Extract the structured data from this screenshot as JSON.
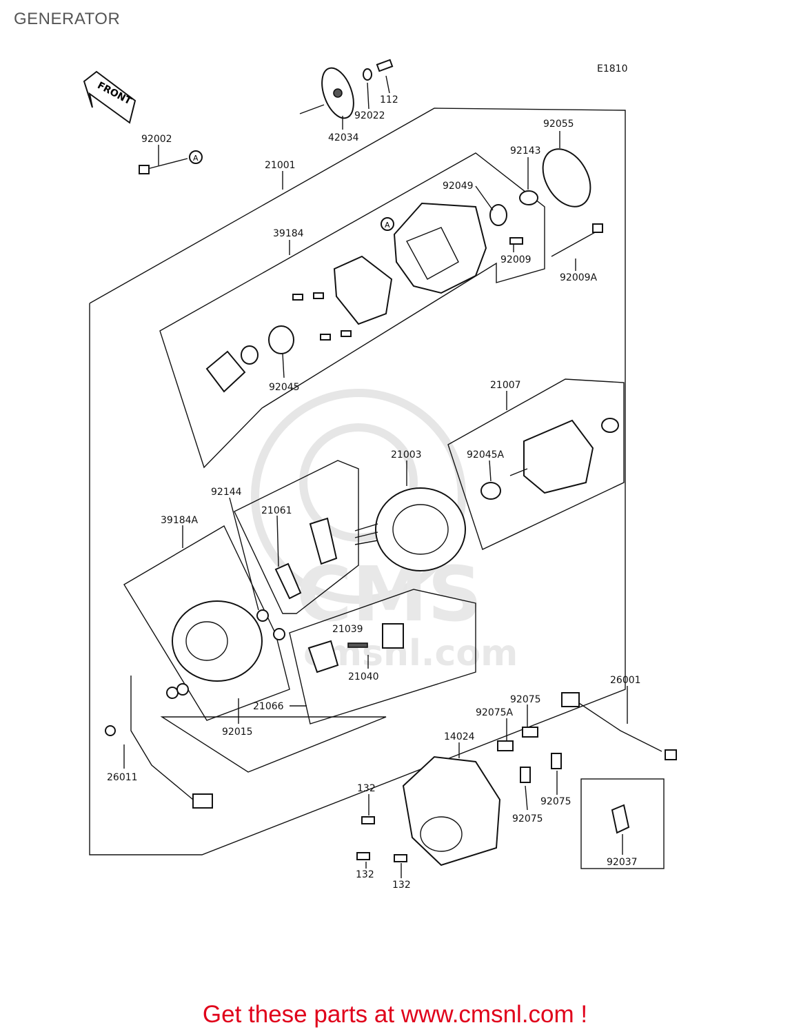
{
  "title": "GENERATOR",
  "diagram_code": "E1810",
  "front_label": "FRONT",
  "ref_marker": "A",
  "watermark_text": "cmsnl.com",
  "watermark_big": "CMS",
  "footer": "Get these parts at www.cmsnl.com !",
  "colors": {
    "footer": "#e0001a",
    "line": "#111111",
    "watermark": "#e6e6e6"
  },
  "parts": [
    {
      "id": "p112",
      "label": "112"
    },
    {
      "id": "p92022",
      "label": "92022"
    },
    {
      "id": "p42034",
      "label": "42034"
    },
    {
      "id": "p92055",
      "label": "92055"
    },
    {
      "id": "p92002",
      "label": "92002"
    },
    {
      "id": "p92143",
      "label": "92143"
    },
    {
      "id": "p21001",
      "label": "21001"
    },
    {
      "id": "p92049",
      "label": "92049"
    },
    {
      "id": "p39184",
      "label": "39184"
    },
    {
      "id": "p92009",
      "label": "92009"
    },
    {
      "id": "p92009A",
      "label": "92009A"
    },
    {
      "id": "p92045",
      "label": "92045"
    },
    {
      "id": "p21007",
      "label": "21007"
    },
    {
      "id": "p21003",
      "label": "21003"
    },
    {
      "id": "p92045A",
      "label": "92045A"
    },
    {
      "id": "p92144",
      "label": "92144"
    },
    {
      "id": "p21061",
      "label": "21061"
    },
    {
      "id": "p39184A",
      "label": "39184A"
    },
    {
      "id": "p21039",
      "label": "21039"
    },
    {
      "id": "p21040",
      "label": "21040"
    },
    {
      "id": "p26001",
      "label": "26001"
    },
    {
      "id": "p92075a",
      "label": "92075"
    },
    {
      "id": "p92075A",
      "label": "92075A"
    },
    {
      "id": "p21066",
      "label": "21066"
    },
    {
      "id": "p92015",
      "label": "92015"
    },
    {
      "id": "p14024",
      "label": "14024"
    },
    {
      "id": "p26011",
      "label": "26011"
    },
    {
      "id": "p132a",
      "label": "132"
    },
    {
      "id": "p92075b",
      "label": "92075"
    },
    {
      "id": "p92075c",
      "label": "92075"
    },
    {
      "id": "p132b",
      "label": "132"
    },
    {
      "id": "p132c",
      "label": "132"
    },
    {
      "id": "p92037",
      "label": "92037"
    }
  ]
}
